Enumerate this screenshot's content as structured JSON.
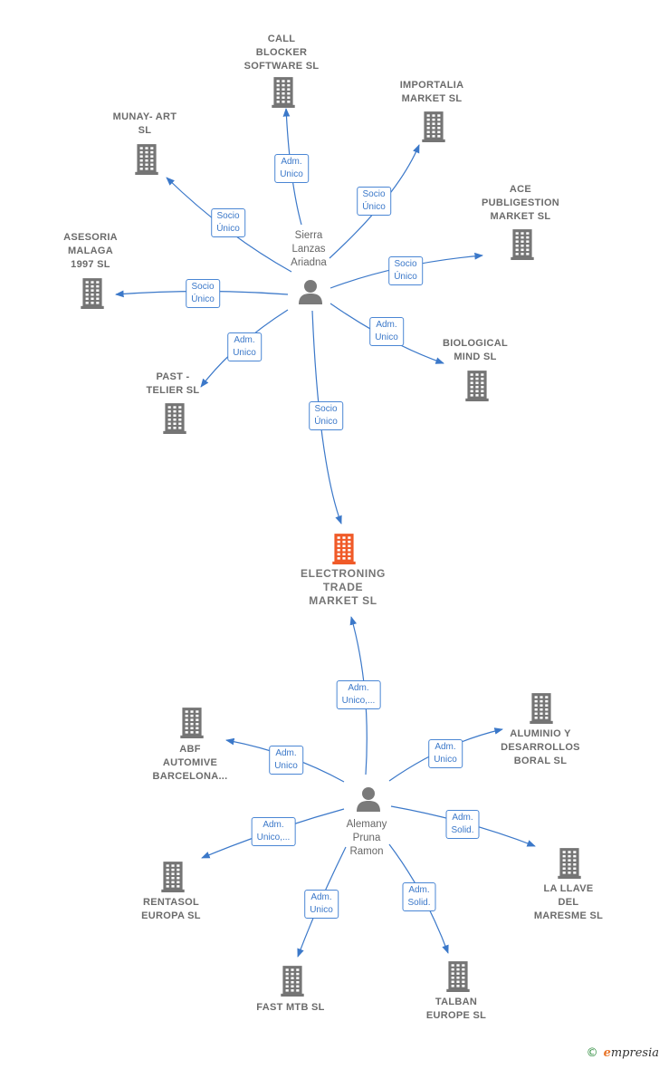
{
  "colors": {
    "company": "#757575",
    "main": "#f05a28",
    "person": "#7a7a7a",
    "edge": "#3b78c9"
  },
  "nodes": [
    {
      "id": "call",
      "type": "company",
      "label": "CALL\nBLOCKER\nSOFTWARE SL"
    },
    {
      "id": "import",
      "type": "company",
      "label": "IMPORTALIA\nMARKET  SL"
    },
    {
      "id": "munay",
      "type": "company",
      "label": "MUNAY- ART\nSL"
    },
    {
      "id": "ace",
      "type": "company",
      "label": "ACE\nPUBLIGESTION\nMARKET  SL"
    },
    {
      "id": "asesoria",
      "type": "company",
      "label": "ASESORIA\nMALAGA\n1997  SL"
    },
    {
      "id": "bio",
      "type": "company",
      "label": "BIOLOGICAL\nMIND  SL"
    },
    {
      "id": "past",
      "type": "company",
      "label": "PAST -\nTELIER  SL"
    },
    {
      "id": "sierra",
      "type": "person",
      "label": "Sierra\nLanzas\nAriadna"
    },
    {
      "id": "main",
      "type": "main",
      "label": "ELECTRONING\nTRADE\nMARKET  SL"
    },
    {
      "id": "abf",
      "type": "company",
      "label": "ABF\nAUTOMIVE\nBARCELONA..."
    },
    {
      "id": "aluminio",
      "type": "company",
      "label": "ALUMINIO Y\nDESARROLLOS\nBORAL  SL"
    },
    {
      "id": "alemany",
      "type": "person",
      "label": "Alemany\nPruna\nRamon"
    },
    {
      "id": "rentasol",
      "type": "company",
      "label": "RENTASOL\nEUROPA  SL"
    },
    {
      "id": "llave",
      "type": "company",
      "label": "LA LLAVE\nDEL\nMARESME SL"
    },
    {
      "id": "fastmtb",
      "type": "company",
      "label": "FAST MTB  SL"
    },
    {
      "id": "talban",
      "type": "company",
      "label": "TALBAN\nEUROPE SL"
    }
  ],
  "edges": [
    {
      "from": "sierra",
      "to": "call",
      "label": "Adm.\nUnico"
    },
    {
      "from": "sierra",
      "to": "import",
      "label": "Socio\nÚnico"
    },
    {
      "from": "sierra",
      "to": "munay",
      "label": "Socio\nÚnico"
    },
    {
      "from": "sierra",
      "to": "ace",
      "label": "Socio\nÚnico"
    },
    {
      "from": "sierra",
      "to": "asesoria",
      "label": "Socio\nÚnico"
    },
    {
      "from": "sierra",
      "to": "bio",
      "label": "Adm.\nUnico"
    },
    {
      "from": "sierra",
      "to": "past",
      "label": "Adm.\nUnico"
    },
    {
      "from": "sierra",
      "to": "main",
      "label": "Socio\nÚnico"
    },
    {
      "from": "alemany",
      "to": "main",
      "label": "Adm.\nUnico,..."
    },
    {
      "from": "alemany",
      "to": "abf",
      "label": "Adm.\nUnico"
    },
    {
      "from": "alemany",
      "to": "aluminio",
      "label": "Adm.\nUnico"
    },
    {
      "from": "alemany",
      "to": "rentasol",
      "label": "Adm.\nUnico,..."
    },
    {
      "from": "alemany",
      "to": "llave",
      "label": "Adm.\nSolid."
    },
    {
      "from": "alemany",
      "to": "fastmtb",
      "label": "Adm.\nUnico"
    },
    {
      "from": "alemany",
      "to": "talban",
      "label": "Adm.\nSolid."
    }
  ],
  "footer": {
    "copyright_symbol": "©",
    "brand_initial": "e",
    "brand_rest": "mpresia"
  }
}
